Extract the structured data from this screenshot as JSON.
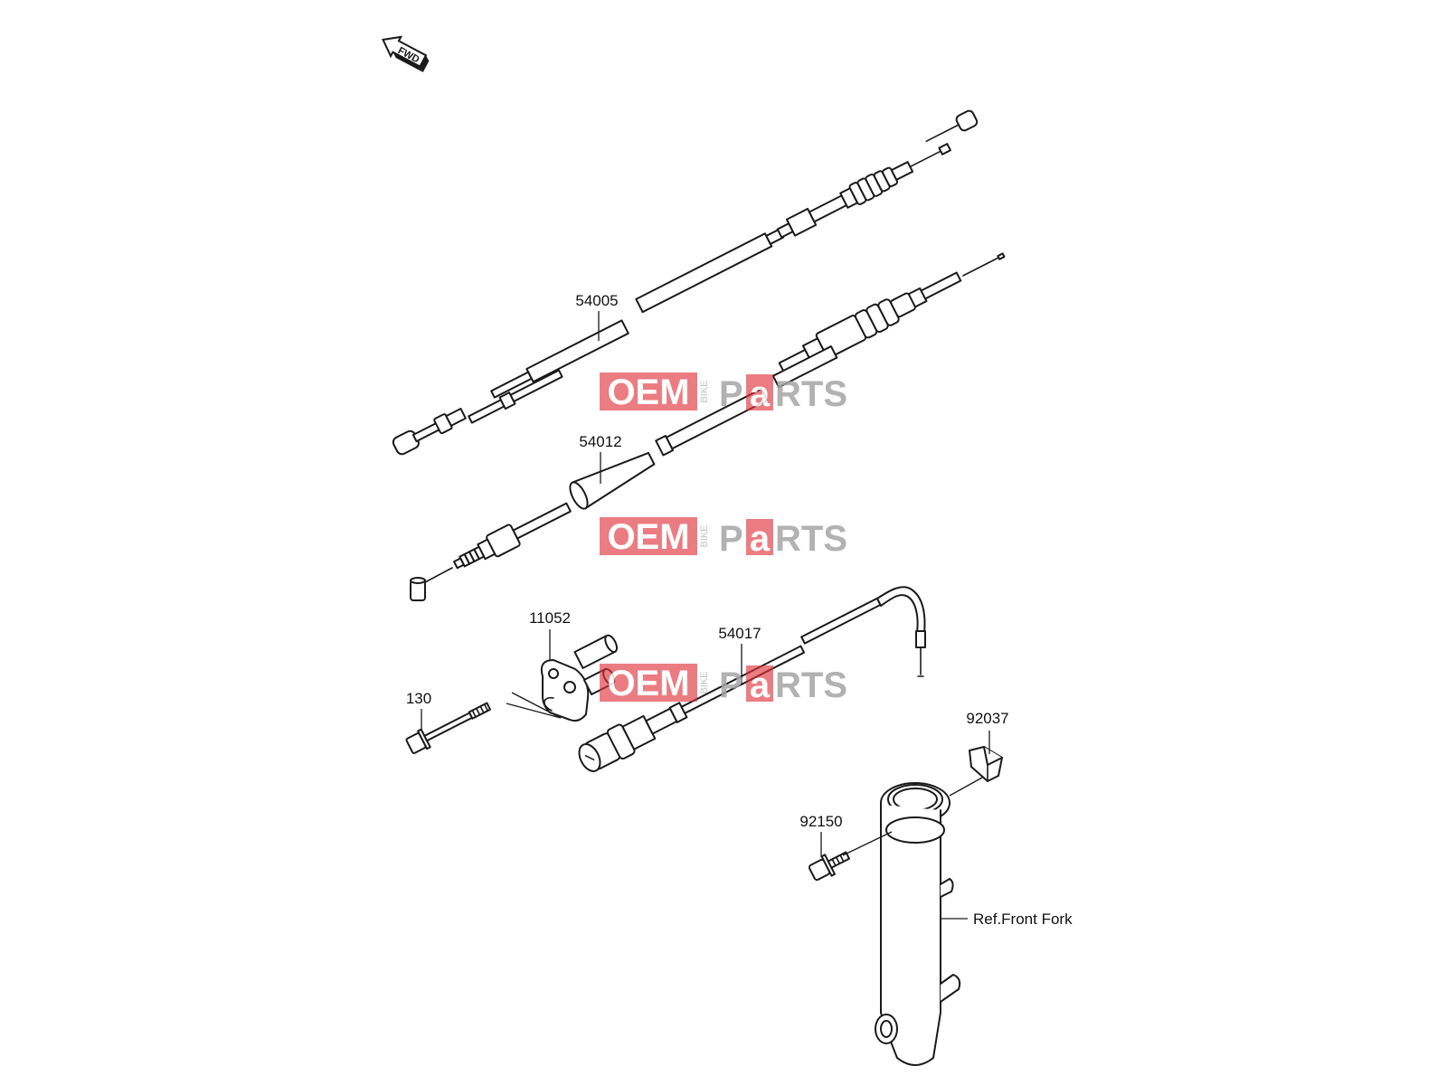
{
  "fwd_badge": {
    "text": "FWD"
  },
  "parts": [
    {
      "id": "p54005",
      "number": "54005"
    },
    {
      "id": "p54012",
      "number": "54012"
    },
    {
      "id": "p11052",
      "number": "11052"
    },
    {
      "id": "p130",
      "number": "130"
    },
    {
      "id": "p54017",
      "number": "54017"
    },
    {
      "id": "p92037",
      "number": "92037"
    },
    {
      "id": "p92150",
      "number": "92150"
    }
  ],
  "reference": {
    "label": "Ref.Front Fork"
  },
  "watermark": {
    "oem": "OEM",
    "bike": "BIKE",
    "parts_p": "P",
    "parts_a": "a",
    "parts_rts": "RTS",
    "red": "#e0333a",
    "grey": "#a5a5a5"
  }
}
